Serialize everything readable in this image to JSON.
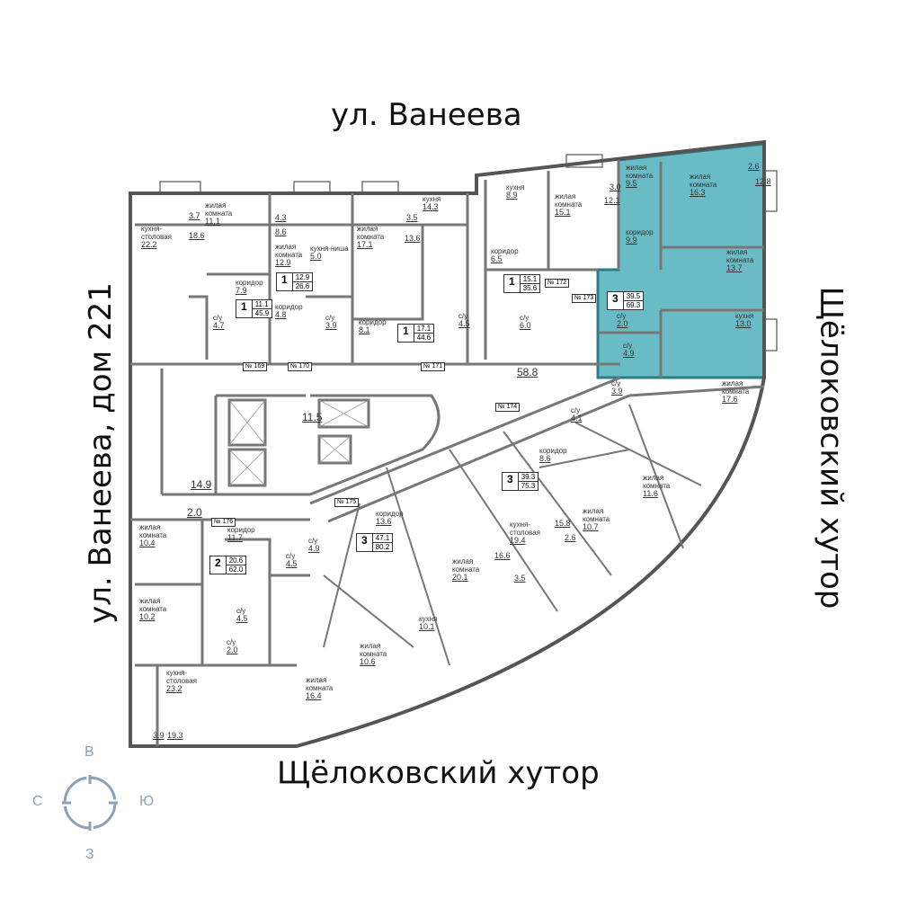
{
  "streets": {
    "top": "ул. Ванеева",
    "left": "ул. Ванеева, дом 221",
    "right": "Щёлоковский хутор",
    "bottom": "Щёлоковский хутор"
  },
  "compass": {
    "north": "В",
    "west": "С",
    "east": "Ю",
    "south": "З"
  },
  "highlight_color": "#4fb0bb",
  "rooms": [
    {
      "name": "жилая\nкомната",
      "area": "11.1"
    },
    {
      "name": "",
      "area": "3.7"
    },
    {
      "name": "кухня-\nстоловая",
      "area": "22.2"
    },
    {
      "name": "",
      "area": "18.6"
    },
    {
      "name": "коридор",
      "area": "7.9"
    },
    {
      "name": "с/у",
      "area": "4.7"
    },
    {
      "name": "",
      "area": "4.3"
    },
    {
      "name": "",
      "area": "8.6"
    },
    {
      "name": "жилая\nкомната",
      "area": "12.9"
    },
    {
      "name": "кухня-ниша",
      "area": "5.0"
    },
    {
      "name": "коридор",
      "area": "4.8"
    },
    {
      "name": "с/у",
      "area": "3.9"
    },
    {
      "name": "кухня",
      "area": "14.3"
    },
    {
      "name": "",
      "area": "3.5"
    },
    {
      "name": "жилая\nкомната",
      "area": "17.1"
    },
    {
      "name": "",
      "area": "13.6"
    },
    {
      "name": "коридор",
      "area": "8.1"
    },
    {
      "name": "с/у",
      "area": "4.5"
    },
    {
      "name": "кухня",
      "area": "8.9"
    },
    {
      "name": "жилая\nкомната",
      "area": "15.1"
    },
    {
      "name": "",
      "area": "12.1"
    },
    {
      "name": "",
      "area": "3.0"
    },
    {
      "name": "коридор",
      "area": "6.5"
    },
    {
      "name": "с/у",
      "area": "6.0"
    },
    {
      "name": "жилая\nкомната",
      "area": "9.5"
    },
    {
      "name": "жилая\nкомната",
      "area": "16.3"
    },
    {
      "name": "",
      "area": "2.6"
    },
    {
      "name": "",
      "area": "12.8"
    },
    {
      "name": "коридор",
      "area": "9.9"
    },
    {
      "name": "жилая\nкомната",
      "area": "13.7"
    },
    {
      "name": "кухня",
      "area": "13.0"
    },
    {
      "name": "с/у",
      "area": "2.0"
    },
    {
      "name": "с/у",
      "area": "4.9"
    },
    {
      "name": "",
      "area": "58.8"
    },
    {
      "name": "",
      "area": "11.5"
    },
    {
      "name": "",
      "area": "14.9"
    },
    {
      "name": "",
      "area": "2.0"
    },
    {
      "name": "с/у",
      "area": "3.9"
    },
    {
      "name": "жилая\nкомната",
      "area": "17.6"
    },
    {
      "name": "с/у",
      "area": "4.1"
    },
    {
      "name": "коридор",
      "area": "8.6"
    },
    {
      "name": "жилая\nкомната",
      "area": "11.6"
    },
    {
      "name": "",
      "area": "15.8"
    },
    {
      "name": "",
      "area": "2.6"
    },
    {
      "name": "жилая\nкомната",
      "area": "10.7"
    },
    {
      "name": "кухня-\nстоловая",
      "area": "19.4"
    },
    {
      "name": "",
      "area": "16.6"
    },
    {
      "name": "",
      "area": "3.5"
    },
    {
      "name": "коридор",
      "area": "13.6"
    },
    {
      "name": "жилая\nкомната",
      "area": "20.1"
    },
    {
      "name": "кухня",
      "area": "10.1"
    },
    {
      "name": "жилая\nкомната",
      "area": "10.6"
    },
    {
      "name": "жилая\nкомната",
      "area": "16.4"
    },
    {
      "name": "с/у",
      "area": "4.9"
    },
    {
      "name": "жилая\nкомната",
      "area": "10.4"
    },
    {
      "name": "коридор",
      "area": "11.7"
    },
    {
      "name": "с/у",
      "area": "4.5"
    },
    {
      "name": "жилая\nкомната",
      "area": "10.2"
    },
    {
      "name": "с/у",
      "area": "4.5"
    },
    {
      "name": "с/у",
      "area": "2.0"
    },
    {
      "name": "кухня-\nстоловая",
      "area": "23.2"
    },
    {
      "name": "",
      "area": "3.9"
    },
    {
      "name": "",
      "area": "19.3"
    }
  ],
  "apartments": [
    {
      "rooms": "1",
      "living": "11.1",
      "total": "45.9"
    },
    {
      "rooms": "1",
      "living": "12.9",
      "total": "26.6"
    },
    {
      "rooms": "1",
      "living": "17.1",
      "total": "44.6"
    },
    {
      "rooms": "1",
      "living": "15.1",
      "total": "35.6"
    },
    {
      "rooms": "3",
      "living": "39.5",
      "total": "69.3"
    },
    {
      "rooms": "3",
      "living": "39.3",
      "total": "75.3"
    },
    {
      "rooms": "3",
      "living": "47.1",
      "total": "80.2"
    },
    {
      "rooms": "2",
      "living": "20.6",
      "total": "62.0"
    }
  ],
  "apartment_numbers": [
    "№ 169",
    "№ 170",
    "№ 171",
    "№ 172",
    "№ 173",
    "№ 174",
    "№ 175",
    "№ 176"
  ]
}
